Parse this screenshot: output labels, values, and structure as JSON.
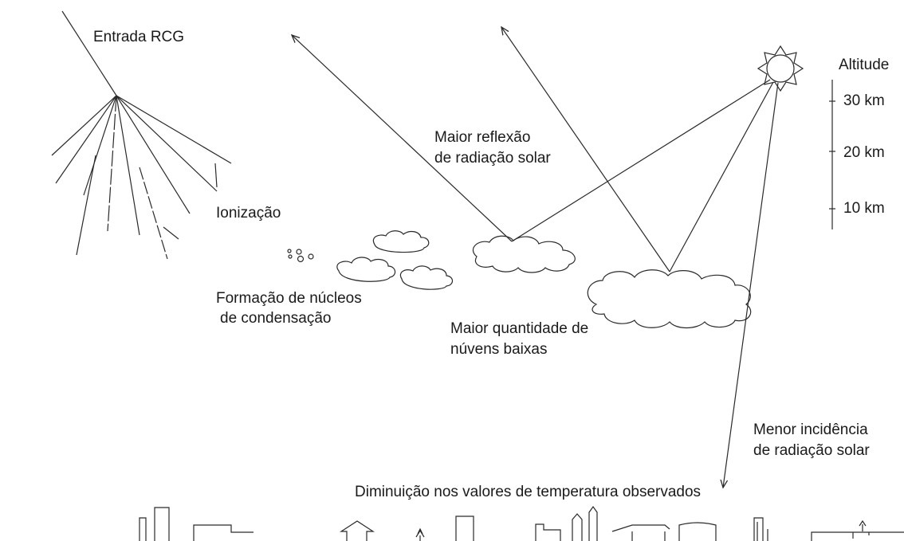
{
  "labels": {
    "cosmic_ray_entry": "Entrada RCG",
    "ionization": "Ionização",
    "nuclei_formation_line1": "Formação de núcleos",
    "nuclei_formation_line2": "de condensação",
    "more_reflection_line1": "Maior reflexão",
    "more_reflection_line2": "de radiação solar",
    "more_low_clouds_line1": "Maior quantidade de",
    "more_low_clouds_line2": "núvens baixas",
    "less_incidence_line1": "Menor incidência",
    "less_incidence_line2": "de radiação solar",
    "temperature_decrease": "Diminuição nos valores de temperatura observados"
  },
  "altitude_scale": {
    "title": "Altitude",
    "ticks": [
      "30 km",
      "20 km",
      "10 km"
    ]
  },
  "colors": {
    "stroke": "#2a2a2a",
    "background": "#ffffff"
  },
  "icons": [
    "sun-icon",
    "cloud-icon",
    "building-icon",
    "tree-icon"
  ]
}
